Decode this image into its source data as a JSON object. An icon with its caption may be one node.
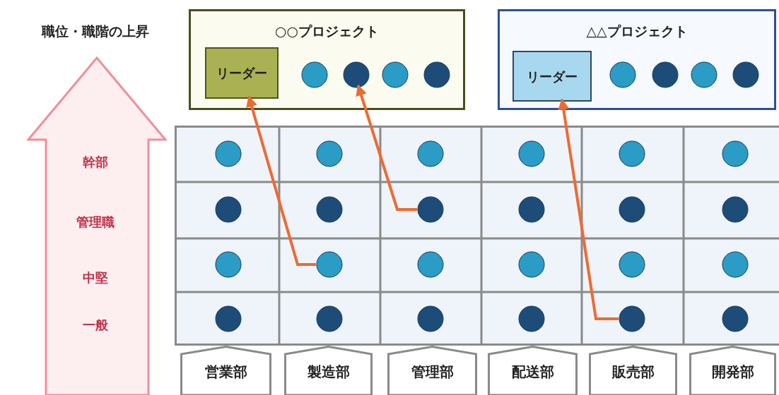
{
  "diagram": {
    "nodes": [
      {
        "text": [
          "職位・職階の上昇",
          "幹部",
          "管理職",
          "中堅",
          "一般"
        ]
      },
      {
        "text": [
          "○○プロジェクト"
        ]
      },
      {
        "text": [
          "リーダー"
        ],
        "in": 1
      },
      {
        "text": [],
        "shape": "circle",
        "in": 1
      },
      {
        "text": [],
        "shape": "circle",
        "in": 1
      },
      {
        "text": [],
        "shape": "circle",
        "in": 1
      },
      {
        "text": [],
        "shape": "circle",
        "in": 1
      },
      {
        "text": [
          "△△プロジェクト"
        ]
      },
      {
        "text": [
          "リーダー"
        ],
        "in": 7
      },
      {
        "text": [],
        "shape": "circle",
        "in": 7
      },
      {
        "text": [],
        "shape": "circle",
        "in": 7
      },
      {
        "text": [],
        "shape": "circle",
        "in": 7
      },
      {
        "text": [],
        "shape": "circle",
        "in": 7
      },
      {
        "text": [],
        "shape": "circle"
      },
      {
        "text": [],
        "shape": "circle"
      },
      {
        "text": [],
        "shape": "circle"
      },
      {
        "text": [],
        "shape": "circle"
      },
      {
        "text": [],
        "shape": "circle"
      },
      {
        "text": [],
        "shape": "circle"
      },
      {
        "text": [],
        "shape": "circle"
      },
      {
        "text": [],
        "shape": "circle"
      },
      {
        "text": [],
        "shape": "circle"
      },
      {
        "text": [],
        "shape": "circle"
      },
      {
        "text": [],
        "shape": "circle"
      },
      {
        "text": [],
        "shape": "circle"
      },
      {
        "text": [],
        "shape": "circle"
      },
      {
        "text": [],
        "shape": "circle"
      },
      {
        "text": [],
        "shape": "circle"
      },
      {
        "text": [],
        "shape": "circle"
      },
      {
        "text": [],
        "shape": "circle"
      },
      {
        "text": [],
        "shape": "circle"
      },
      {
        "text": [],
        "shape": "circle"
      },
      {
        "text": [],
        "shape": "circle"
      },
      {
        "text": [],
        "shape": "circle"
      },
      {
        "text": [],
        "shape": "circle"
      },
      {
        "text": [],
        "shape": "circle"
      },
      {
        "text": [],
        "shape": "circle"
      },
      {
        "text": [
          "営業部"
        ]
      },
      {
        "text": [
          "製造部"
        ]
      },
      {
        "text": [
          "管理部"
        ]
      },
      {
        "text": [
          "配送部"
        ]
      },
      {
        "text": [
          "販売部"
        ]
      },
      {
        "text": [
          "開発部"
        ]
      }
    ],
    "edges": [
      {
        "from": 26,
        "to": 2,
        "arrow": "to"
      },
      {
        "from": 21,
        "to": 4,
        "arrow": "to"
      },
      {
        "from": 35,
        "to": 8,
        "arrow": "to"
      }
    ]
  }
}
